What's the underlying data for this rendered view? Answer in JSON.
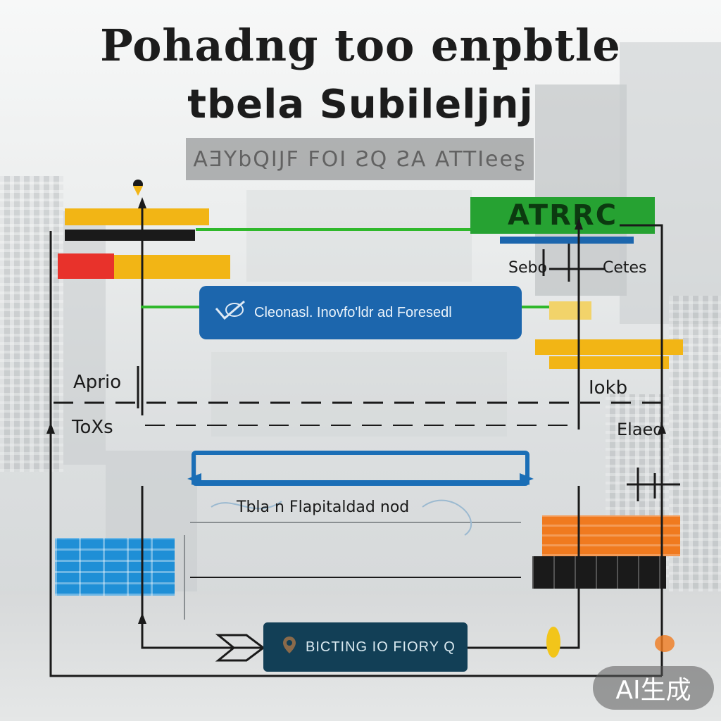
{
  "header": {
    "title_line1": "Pohadng too enpbtle",
    "title_line2": "tbela Subileljnj",
    "subtitle": "AƎYbQIJF FOI  ƧQ ƧA ATTIeeʂ"
  },
  "nodes": {
    "green_tag": "ATRRC",
    "blue_box": "Cleonasl. Inovfo'ldr ad Foresedl",
    "pill_caption": "Tbla n Flapitaldad nod",
    "dark_box": "BICTING IO FIORY Q"
  },
  "labels": {
    "top_right_left": "Sebo",
    "top_right_right": "Cetes",
    "left_upper": "Aprio",
    "left_lower": "ToXs",
    "right_upper": "Iokb",
    "right_lower": "Elaed"
  },
  "watermark": "AI生成",
  "colors": {
    "yellow": "#f2b515",
    "red": "#e8322b",
    "orange": "#f07a1f",
    "green": "#26a232",
    "blue": "#1c66ad",
    "light_blue": "#1f8fd6",
    "dark_teal": "#123f56",
    "black": "#1a1a1a"
  },
  "icons": [
    "check-icon",
    "pin-icon",
    "arrow-up-icon"
  ]
}
